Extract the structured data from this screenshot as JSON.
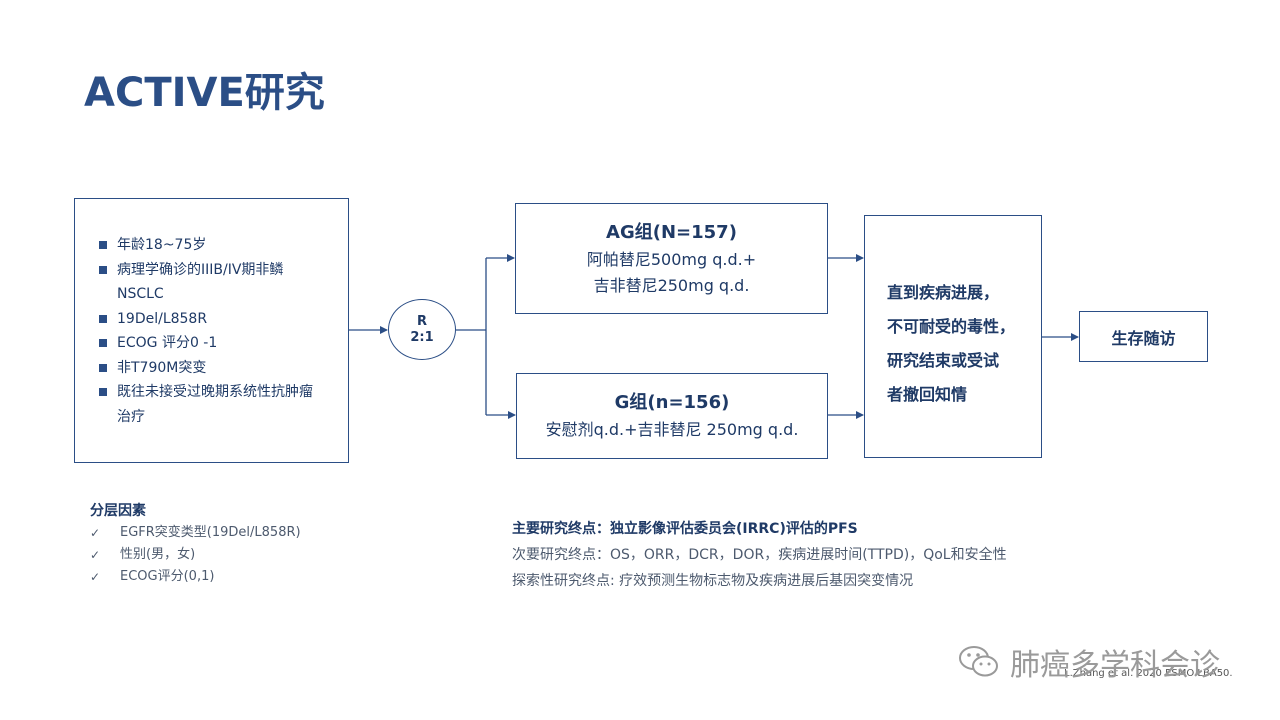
{
  "title": "ACTIVE研究",
  "criteria": {
    "items": [
      "年龄18~75岁",
      "病理学确诊的IIIB/IV期非鳞\nNSCLC",
      "19Del/L858R",
      "ECOG 评分0 -1",
      "非T790M突变",
      "既往未接受过晚期系统性抗肿瘤\n治疗"
    ]
  },
  "randomization": {
    "label": "R",
    "ratio": "2:1"
  },
  "arms": {
    "ag": {
      "title": "AG组(N=157)",
      "line1": "阿帕替尼500mg q.d.+",
      "line2": "吉非替尼250mg q.d."
    },
    "g": {
      "title": "G组(n=156)",
      "line1": "安慰剂q.d.+吉非替尼 250mg q.d."
    }
  },
  "endpoint_box": {
    "lines": [
      "直到疾病进展，",
      "不可耐受的毒性，",
      "研究结束或受试",
      "者撤回知情"
    ]
  },
  "follow_up": "生存随访",
  "stratification": {
    "title": "分层因素",
    "items": [
      "EGFR突变类型(19Del/L858R)",
      "性别(男，女)",
      "ECOG评分(0,1)"
    ]
  },
  "endpoints": {
    "primary": "主要研究终点：独立影像评估委员会(IRRC)评估的PFS",
    "secondary": "次要研究终点：OS，ORR，DCR，DOR，疾病进展时间(TTPD)，QoL和安全性",
    "exploratory": "探索性研究终点: 疗效预测生物标志物及疾病进展后基因突变情况"
  },
  "citation": "L.Zhang et al. 2020 ESMO LBA50.",
  "watermark": "肺癌多学科会诊",
  "colors": {
    "primary": "#2b4e86",
    "text": "#1f3a66",
    "muted": "#4d5a6e"
  }
}
